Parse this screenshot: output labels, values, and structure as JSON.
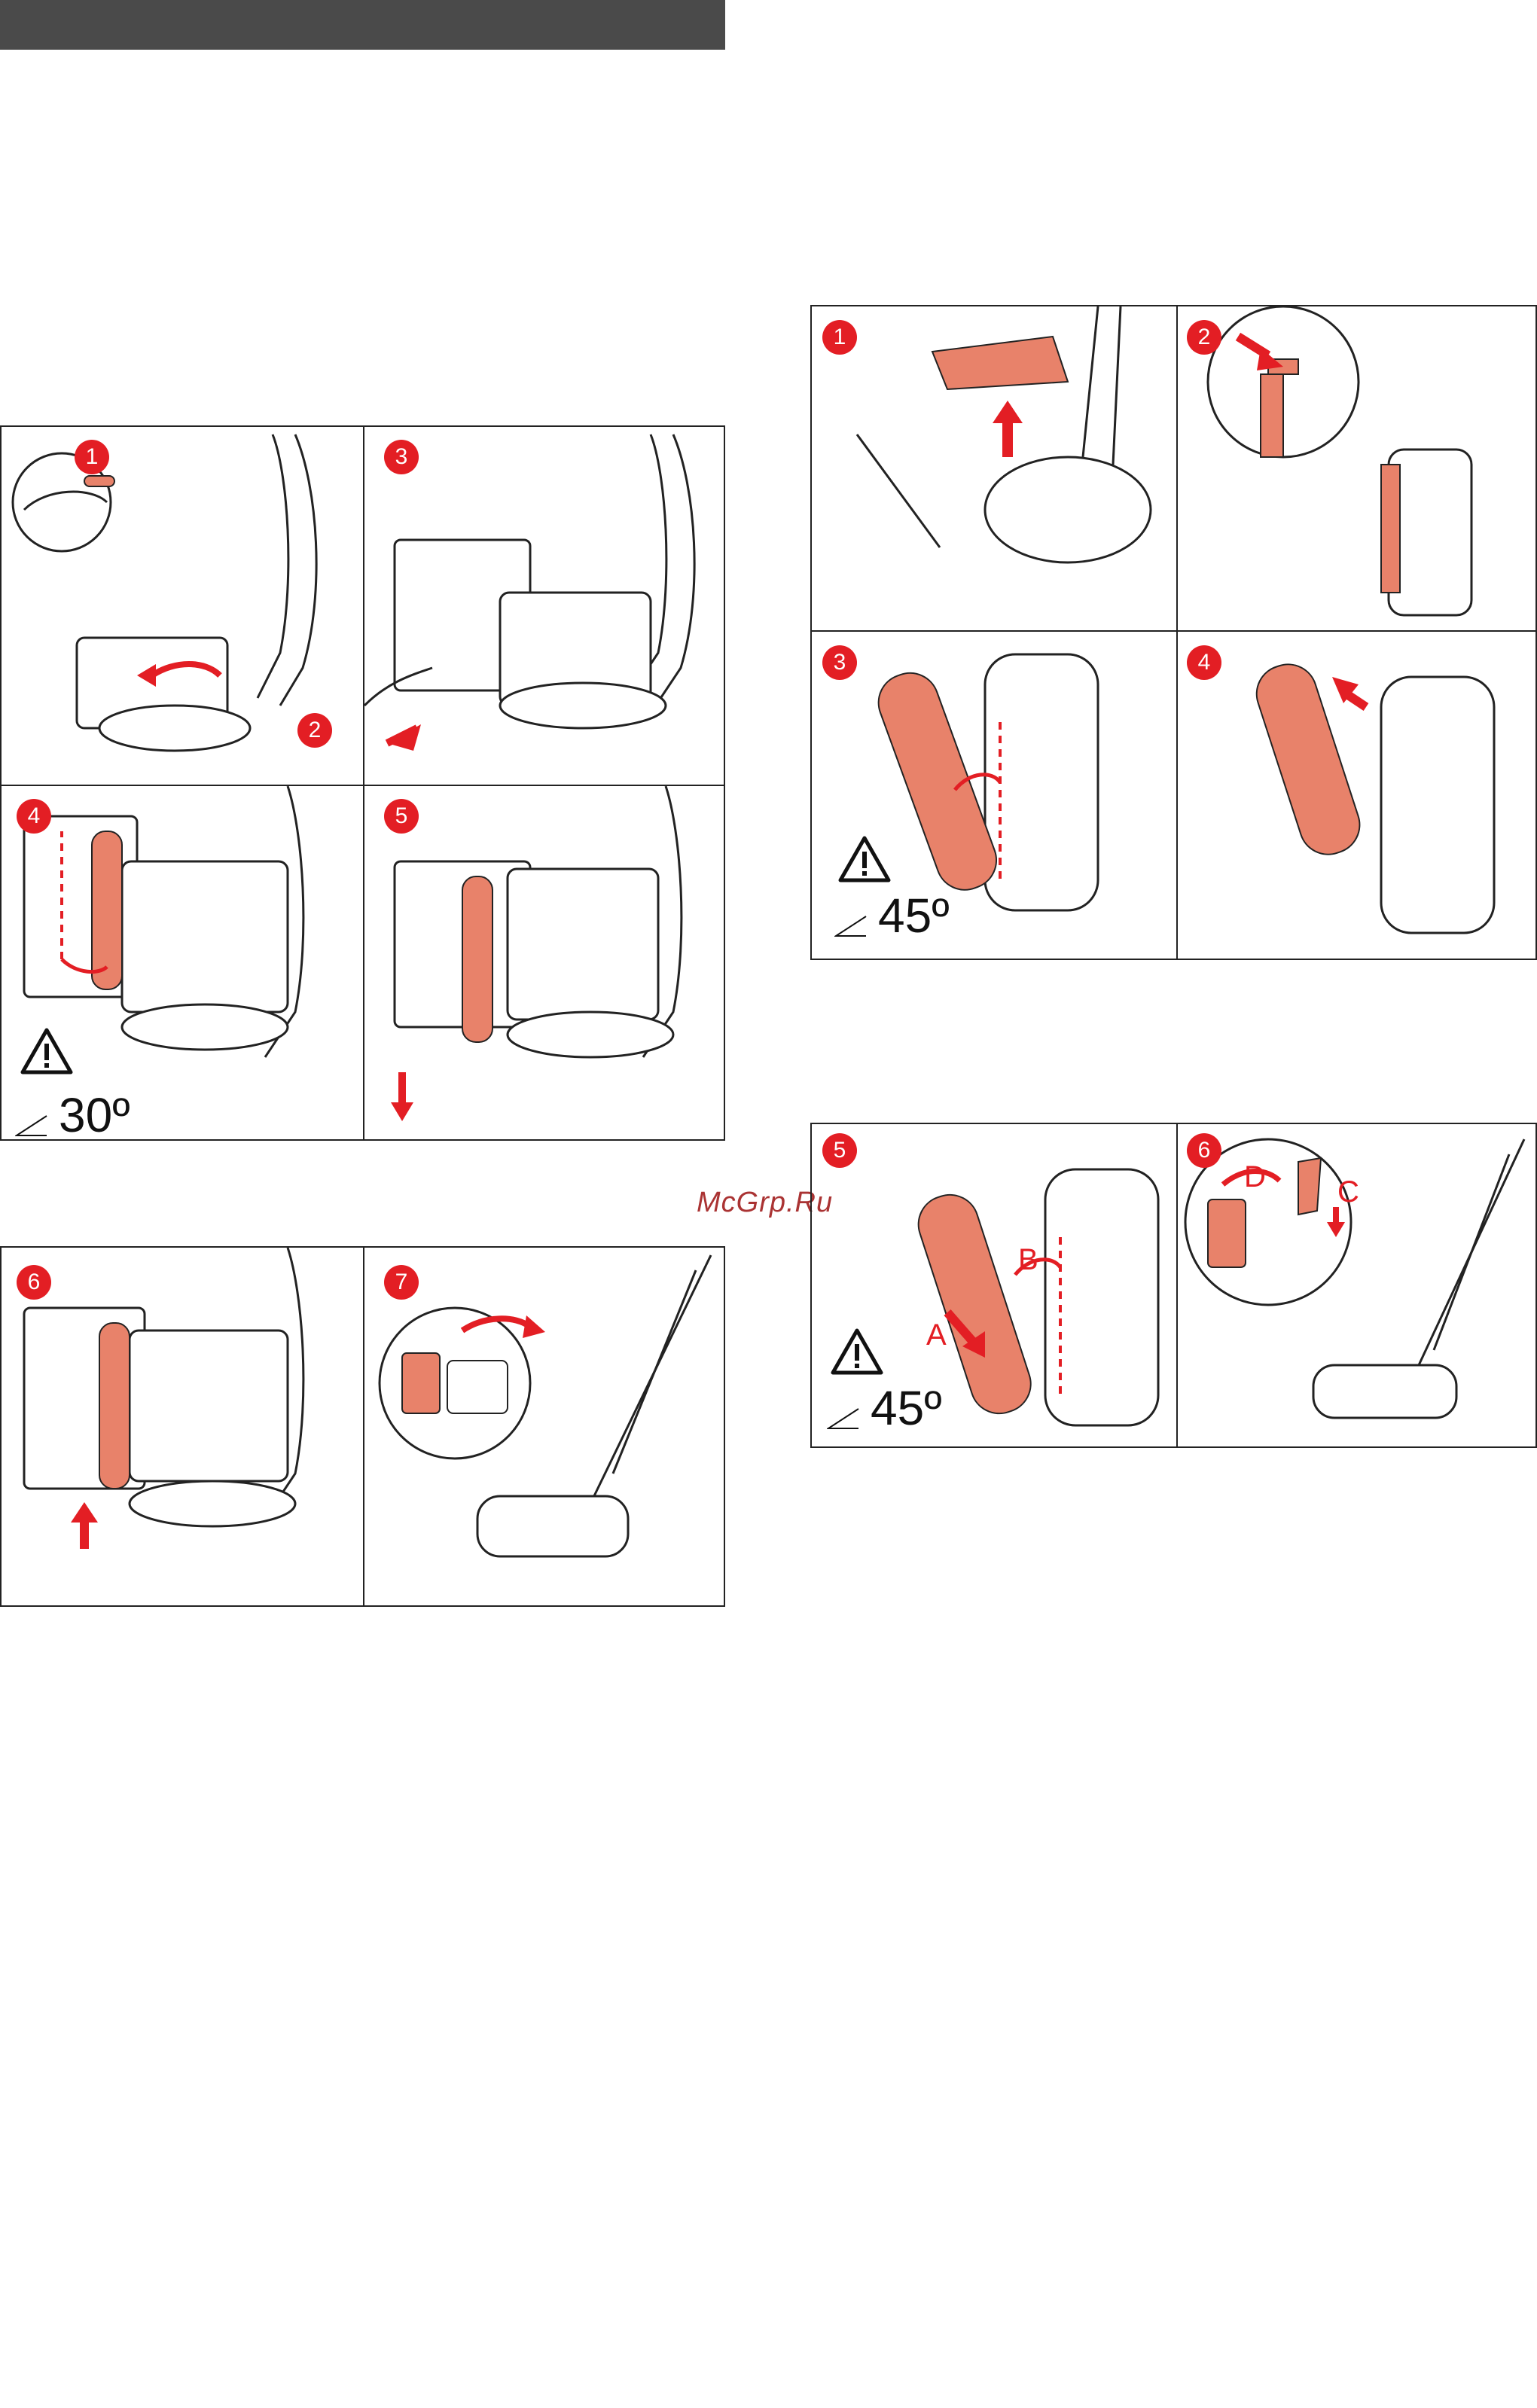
{
  "header": {
    "bar_color": "#4a4a4a"
  },
  "watermark": "McGrp.Ru",
  "colors": {
    "accent": "#e31e24",
    "part": "#e8826a",
    "line": "#222222"
  },
  "left_group_a": {
    "steps": [
      {
        "badges": [
          "1",
          "2"
        ]
      },
      {
        "badges": [
          "3"
        ]
      },
      {
        "badges": [
          "4"
        ],
        "warning": true,
        "angle": "30º"
      },
      {
        "badges": [
          "5"
        ]
      }
    ]
  },
  "left_group_b": {
    "steps": [
      {
        "badges": [
          "6"
        ]
      },
      {
        "badges": [
          "7"
        ]
      }
    ]
  },
  "right_group_a": {
    "steps": [
      {
        "badges": [
          "1"
        ]
      },
      {
        "badges": [
          "2"
        ]
      },
      {
        "badges": [
          "3"
        ],
        "warning": true,
        "angle": "45º"
      },
      {
        "badges": [
          "4"
        ]
      }
    ]
  },
  "right_group_b": {
    "steps": [
      {
        "badges": [
          "5"
        ],
        "warning": true,
        "angle": "45º",
        "letters": [
          "A",
          "B"
        ]
      },
      {
        "badges": [
          "6"
        ],
        "letters": [
          "D",
          "C"
        ]
      }
    ]
  }
}
